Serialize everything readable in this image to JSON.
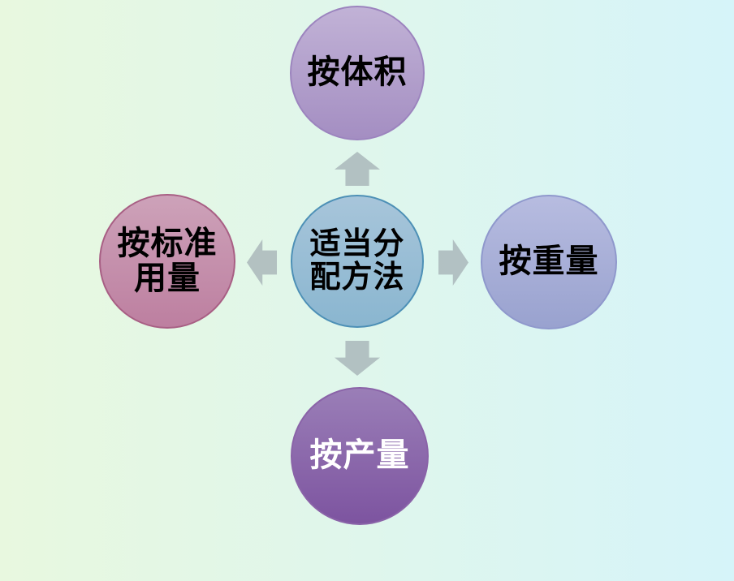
{
  "background": {
    "gradient_left": "#e8f8df",
    "gradient_right": "#d6f4f9"
  },
  "diagram": {
    "type": "radial-diverging",
    "center": {
      "label": "适当分配方法",
      "lines": [
        "适当分",
        "配方法"
      ],
      "fill_top": "#a7c5da",
      "fill_bottom": "#8ab6d0",
      "border": "#4d90b6",
      "text_color": "#000000"
    },
    "nodes": [
      {
        "id": "by-volume",
        "position": "top",
        "label": "按体积",
        "lines": [
          "按体积"
        ],
        "fill_top": "#c1b2d6",
        "fill_bottom": "#a48ec2",
        "border": "#9c84be",
        "text_color": "#000000"
      },
      {
        "id": "by-weight",
        "position": "right",
        "label": "按重量",
        "lines": [
          "按重量"
        ],
        "fill_top": "#b7bce0",
        "fill_bottom": "#99a2cf",
        "border": "#8f98cc",
        "text_color": "#000000"
      },
      {
        "id": "by-output",
        "position": "bottom",
        "label": "按产量",
        "lines": [
          "按产量"
        ],
        "fill_top": "#9a7eb7",
        "fill_bottom": "#7d54a0",
        "border": "#8a63a8",
        "text_color": "#ffffff"
      },
      {
        "id": "by-standard-usage",
        "position": "left",
        "label": "按标准用量",
        "lines": [
          "按标准",
          "用量"
        ],
        "fill_top": "#cda2b9",
        "fill_bottom": "#bd7fa0",
        "border": "#a85f84",
        "text_color": "#000000"
      }
    ],
    "arrows": [
      {
        "direction": "up",
        "from": "center",
        "to": "by-volume"
      },
      {
        "direction": "right",
        "from": "center",
        "to": "by-weight"
      },
      {
        "direction": "down",
        "from": "center",
        "to": "by-output"
      },
      {
        "direction": "left",
        "from": "center",
        "to": "by-standard-usage"
      }
    ],
    "arrow_color": "#a5b2b6"
  }
}
